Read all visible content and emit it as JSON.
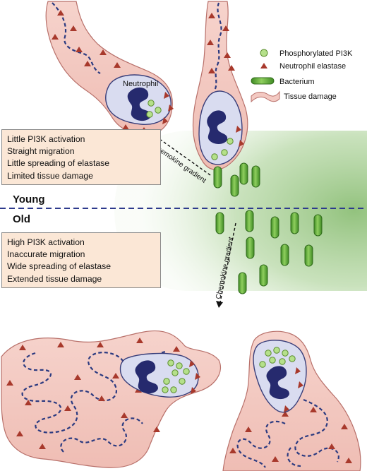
{
  "legend": {
    "items": [
      {
        "icon": "phosphorylated-pi3k-icon",
        "label": "Phosphorylated PI3K"
      },
      {
        "icon": "neutrophil-elastase-icon",
        "label": "Neutrophil elastase"
      },
      {
        "icon": "bacterium-icon",
        "label": "Bacterium"
      },
      {
        "icon": "tissue-damage-icon",
        "label": "Tissue damage"
      }
    ]
  },
  "cell_label": "Neutrophil",
  "young": {
    "label": "Young",
    "gradient_label": "Chemokine gradient",
    "summary": [
      "Little PI3K activation",
      "Straight migration",
      "Little spreading of elastase",
      "Limited tissue damage"
    ]
  },
  "old": {
    "label": "Old",
    "gradient_label": "Chemokine gradient",
    "summary": [
      "High PI3K activation",
      "Inaccurate migration",
      "Wide spreading of elastase",
      "Extended tissue damage"
    ]
  },
  "colors": {
    "tissue_fill": "#f3c9c2",
    "tissue_stroke": "#b8706a",
    "pi3k_fill": "#b5e08a",
    "elastase": "#a8392c",
    "bacterium": "#5ea63a",
    "nucleus": "#262a6e",
    "cell_fill": "#d9dcf0",
    "gradient_green": "#a9cf98",
    "divider": "#2d3a8c",
    "box_fill": "#fbe7d6"
  }
}
